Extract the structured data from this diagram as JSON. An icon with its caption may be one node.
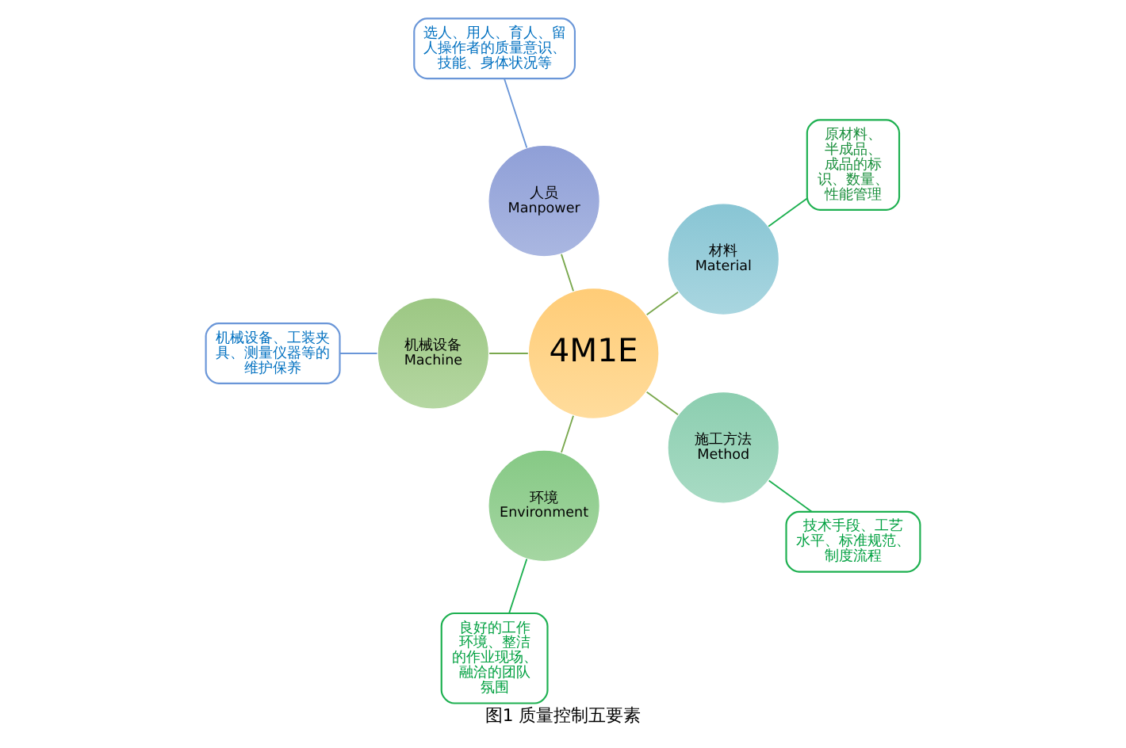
{
  "diagram": {
    "caption": "图1 质量控制五要素",
    "nodes": [
      {
        "text": [
          "机械设备、工装夹具、测量仪器等的维护保养"
        ]
      },
      {
        "text": [
          "人员 Manpower"
        ]
      },
      {
        "text": [
          "选人、用人、育人、留人操作者的质量意识、技能、身体状况等"
        ]
      },
      {
        "text": [
          "机械设备 Machine"
        ]
      },
      {
        "text": [
          "材料 Material"
        ]
      },
      {
        "text": [
          "4M1E"
        ]
      },
      {
        "text": [
          "原材料、半成品、成品的标识、数量、性能管理"
        ]
      },
      {
        "text": [
          "良好的工作环境、整洁的作业现场、融洽的团队氛围"
        ]
      },
      {
        "text": [
          "环境 Environment"
        ]
      },
      {
        "text": [
          "施工方法 Method"
        ]
      },
      {
        "text": [
          "技术手段、工艺水平、标准规范、制度流程"
        ]
      }
    ],
    "edges": [
      {
        "from": 5,
        "to": 1,
        "arrow": "none"
      },
      {
        "from": 5,
        "to": 4,
        "arrow": "none"
      },
      {
        "from": 5,
        "to": 9,
        "arrow": "none"
      },
      {
        "from": 5,
        "to": 8,
        "arrow": "none"
      },
      {
        "from": 5,
        "to": 3,
        "arrow": "none"
      },
      {
        "from": 2,
        "to": 1,
        "arrow": "none",
        "color": "#6a96d8"
      },
      {
        "from": 6,
        "to": 4,
        "arrow": "none",
        "color": "#1db050"
      },
      {
        "from": 10,
        "to": 9,
        "arrow": "none",
        "color": "#1db050"
      },
      {
        "from": 7,
        "to": 8,
        "arrow": "none",
        "color": "#1db050"
      },
      {
        "from": 0,
        "to": 3,
        "arrow": "none",
        "color": "#6a96d8"
      }
    ]
  }
}
